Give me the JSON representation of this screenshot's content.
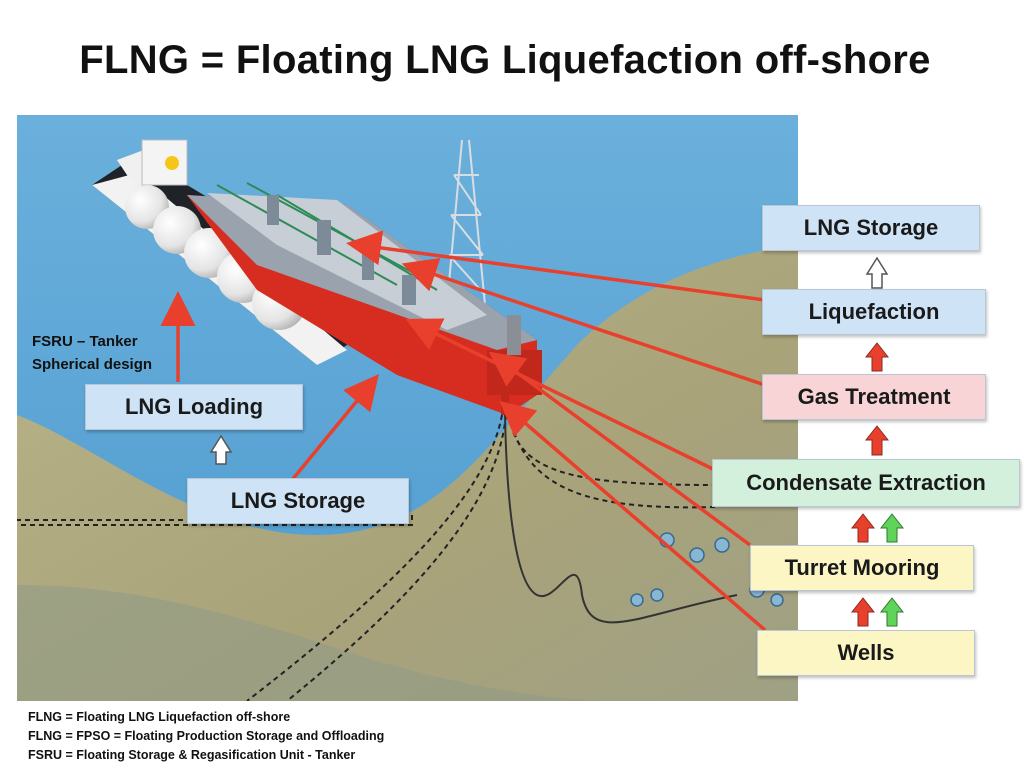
{
  "title": "FLNG = Floating LNG Liquefaction off-shore",
  "caption": {
    "line1": "FSRU – Tanker",
    "line2": "Spherical design"
  },
  "process_steps": [
    {
      "label": "LNG Storage",
      "color": "#cfe3f7"
    },
    {
      "label": "Liquefaction",
      "color": "#cfe3f7"
    },
    {
      "label": "Gas Treatment",
      "color": "#f8d4d6"
    },
    {
      "label": "Condensate Extraction",
      "color": "#d3f0dc"
    },
    {
      "label": "Turret Mooring",
      "color": "#fbf6c4"
    },
    {
      "label": "Wells",
      "color": "#fbf6c4"
    }
  ],
  "tanker_steps": [
    {
      "label": "LNG Loading"
    },
    {
      "label": "LNG Storage"
    }
  ],
  "legend": [
    "FLNG = Floating LNG Liquefaction off-shore",
    "FLNG = FPSO = Floating Production Storage and Offloading",
    "FSRU = Floating Storage & Regasification Unit - Tanker"
  ],
  "colors": {
    "sea": "#5da7d6",
    "seabed": "#b7ad7c",
    "hull": "#d62d20",
    "arrow": "#e8402c",
    "up_arrow_red": "#e8402c",
    "up_arrow_green": "#5fd35a"
  }
}
